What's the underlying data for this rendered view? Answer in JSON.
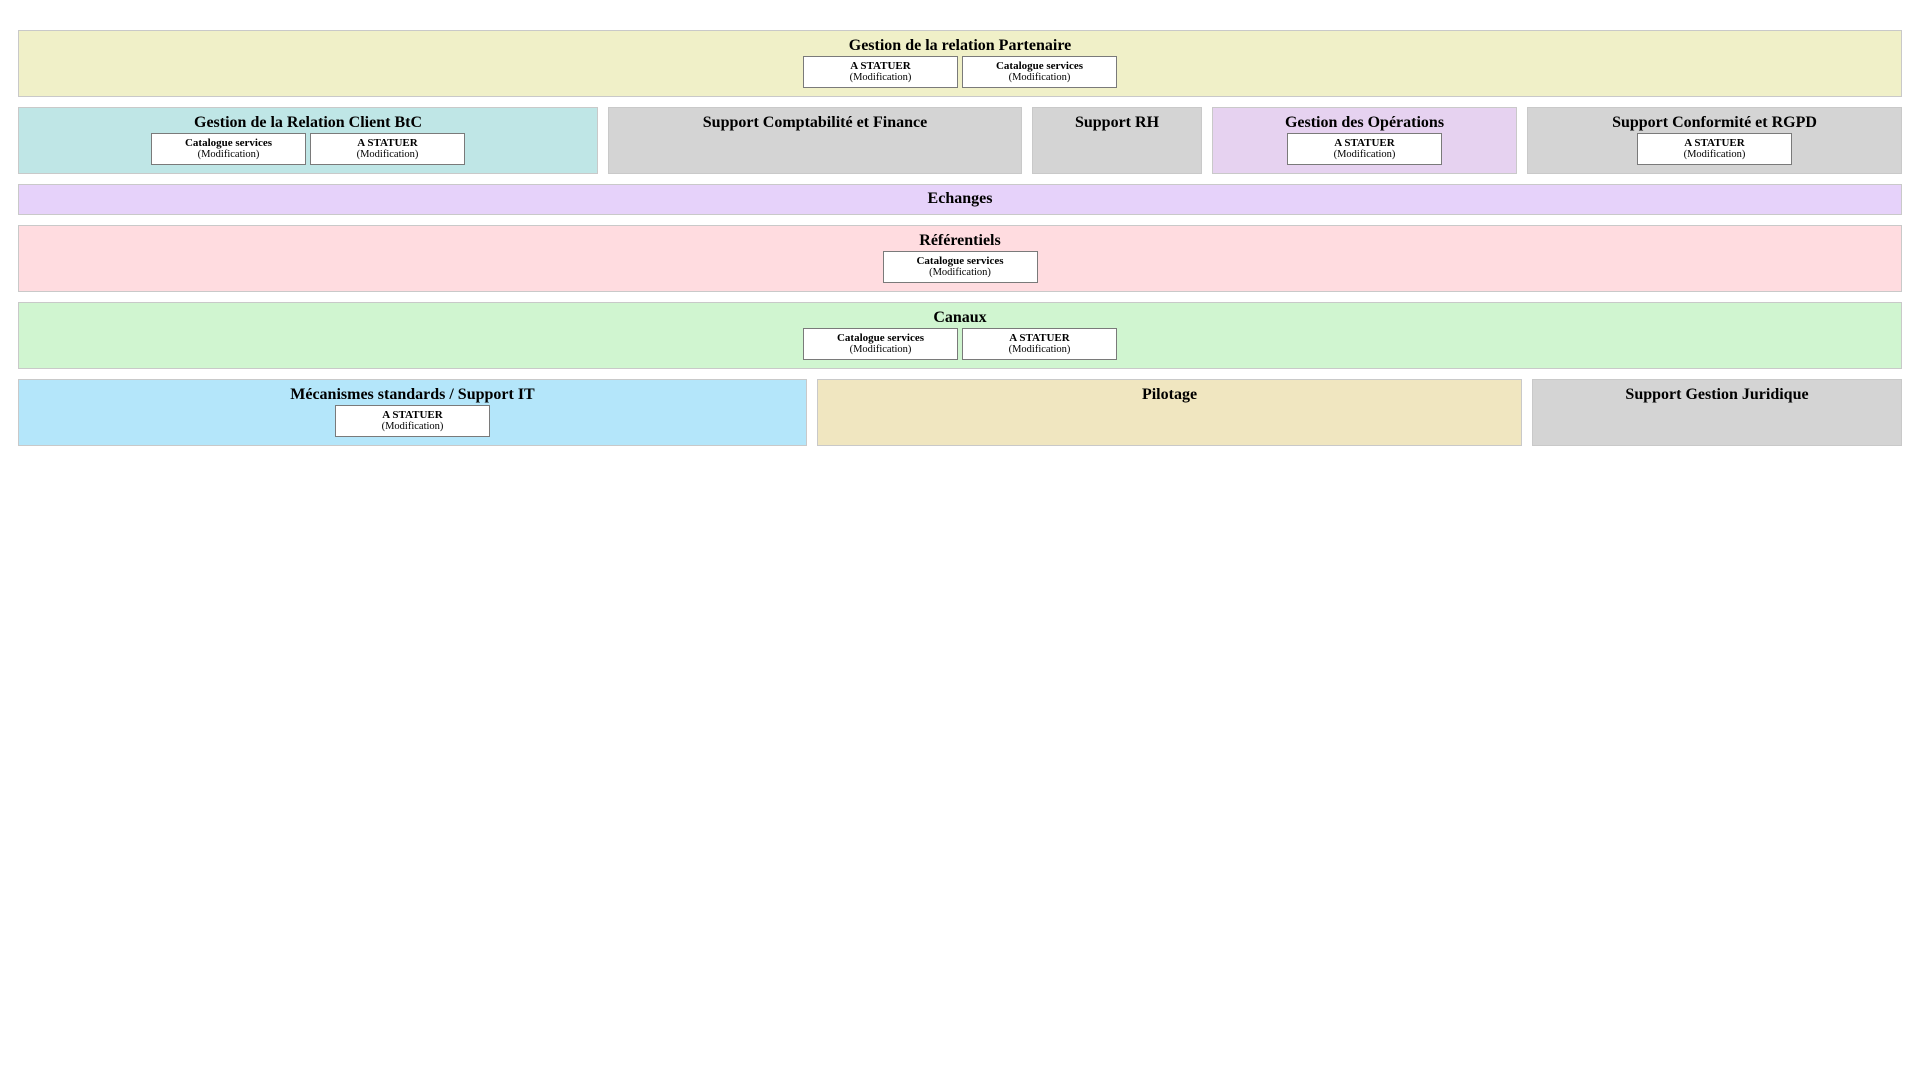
{
  "rows": {
    "r1": [
      {
        "title": "Gestion de la relation Partenaire",
        "color": "#f0f0c8",
        "cards": [
          {
            "name": "A STATUER",
            "sub": "(Modification)"
          },
          {
            "name": "Catalogue services",
            "sub": "(Modification)"
          }
        ]
      }
    ],
    "r2": [
      {
        "title": "Gestion de la Relation Client BtC",
        "color": "#bfe6e6",
        "cards": [
          {
            "name": "Catalogue services",
            "sub": "(Modification)"
          },
          {
            "name": "A STATUER",
            "sub": "(Modification)"
          }
        ]
      },
      {
        "title": "Support Comptabilité et Finance",
        "color": "#d4d4d4",
        "cards": []
      },
      {
        "title": "Support RH",
        "color": "#d4d4d4",
        "cards": []
      },
      {
        "title": "Gestion des Opérations",
        "color": "#e6d2f0",
        "cards": [
          {
            "name": "A STATUER",
            "sub": "(Modification)"
          }
        ]
      },
      {
        "title": "Support Conformité et RGPD",
        "color": "#d4d4d4",
        "cards": [
          {
            "name": "A STATUER",
            "sub": "(Modification)"
          }
        ]
      }
    ],
    "r3": [
      {
        "title": "Echanges",
        "color": "#e6d2fa",
        "cards": []
      }
    ],
    "r4": [
      {
        "title": "Référentiels",
        "color": "#ffdce0",
        "cards": [
          {
            "name": "Catalogue services",
            "sub": "(Modification)"
          }
        ]
      }
    ],
    "r5": [
      {
        "title": "Canaux",
        "color": "#d0f5d0",
        "cards": [
          {
            "name": "Catalogue services",
            "sub": "(Modification)"
          },
          {
            "name": "A STATUER",
            "sub": "(Modification)"
          }
        ]
      }
    ],
    "r6": [
      {
        "title": "Mécanismes standards / Support IT",
        "color": "#b4e6fa",
        "cards": [
          {
            "name": "A STATUER",
            "sub": "(Modification)"
          }
        ]
      },
      {
        "title": "Pilotage",
        "color": "#f0e6c0",
        "cards": []
      },
      {
        "title": "Support Gestion Juridique",
        "color": "#d4d4d4",
        "cards": []
      }
    ]
  }
}
